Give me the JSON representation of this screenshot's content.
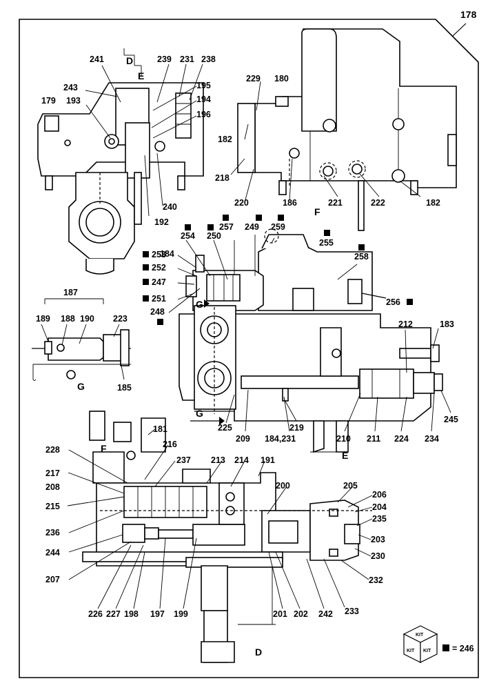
{
  "sheet_number": "178",
  "view_letters": {
    "d_top": "D",
    "e_top": "E",
    "f_top": "F",
    "g_left": "G",
    "g_mid": "G",
    "g_arrow": "G",
    "e_mid": "E",
    "f_bottom": "F",
    "d_bottom": "D"
  },
  "legend": {
    "kit_text": "KIT",
    "equals_text": "= 246"
  },
  "labels": {
    "l241": "241",
    "l239": "239",
    "l231": "231",
    "l238": "238",
    "l243": "243",
    "l195": "195",
    "l179": "179",
    "l193": "193",
    "l194": "194",
    "l196": "196",
    "l229": "229",
    "l180": "180",
    "l182a": "182",
    "l218": "218",
    "l220": "220",
    "l186": "186",
    "l221": "221",
    "l222": "222",
    "l182b": "182",
    "l240": "240",
    "l192": "192",
    "l257": "257",
    "l249": "249",
    "l259": "259",
    "l254": "254",
    "l250": "250",
    "l255": "255",
    "l184": "184",
    "l258": "258",
    "l253": "253",
    "l252": "252",
    "l247": "247",
    "l251": "251",
    "l256": "256",
    "l248": "248",
    "l187": "187",
    "l189": "189",
    "l188": "188",
    "l190": "190",
    "l223": "223",
    "l185": "185",
    "l212": "212",
    "l183": "183",
    "l225": "225",
    "l209": "209",
    "l219": "219",
    "l184_231": "184,231",
    "l210": "210",
    "l211": "211",
    "l224": "224",
    "l234": "234",
    "l245": "245",
    "l181": "181",
    "l216": "216",
    "l228": "228",
    "l237": "237",
    "l213": "213",
    "l214": "214",
    "l191": "191",
    "l217": "217",
    "l208": "208",
    "l200": "200",
    "l205": "205",
    "l206": "206",
    "l215": "215",
    "l204": "204",
    "l235": "235",
    "l236": "236",
    "l203": "203",
    "l244": "244",
    "l230": "230",
    "l232": "232",
    "l207": "207",
    "l233": "233",
    "l226": "226",
    "l227": "227",
    "l198": "198",
    "l197": "197",
    "l199": "199",
    "l201": "201",
    "l202": "202",
    "l242": "242"
  }
}
